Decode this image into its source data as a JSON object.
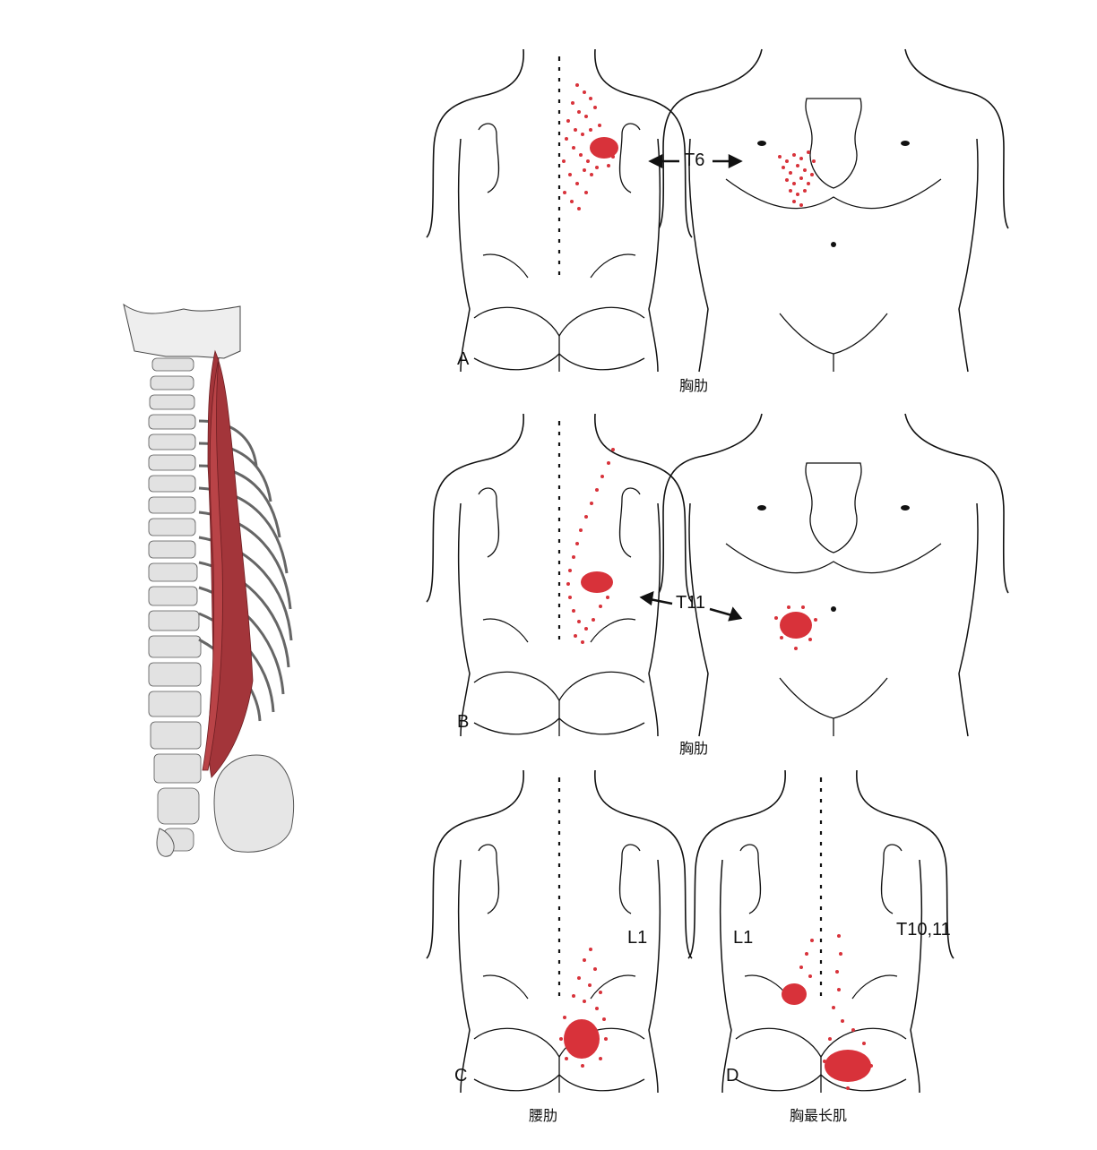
{
  "figure": {
    "panels": [
      {
        "id": "A",
        "letter": "A",
        "caption": "胸肋",
        "level": "T6",
        "views": [
          "back",
          "front"
        ]
      },
      {
        "id": "B",
        "letter": "B",
        "caption": "胸肋",
        "level": "T11",
        "views": [
          "back",
          "front"
        ]
      },
      {
        "id": "C",
        "letter": "C",
        "caption": "腰肋",
        "level": "L1",
        "views": [
          "back"
        ]
      },
      {
        "id": "D",
        "letter": "D",
        "caption": "胸最长肌",
        "levels": [
          "L1",
          "T10,11"
        ],
        "views": [
          "back"
        ]
      }
    ]
  },
  "colors": {
    "outline": "#111111",
    "referral_dots": "#d8323a",
    "muscle": "#a3353a",
    "bone": "#d9d9d9"
  }
}
